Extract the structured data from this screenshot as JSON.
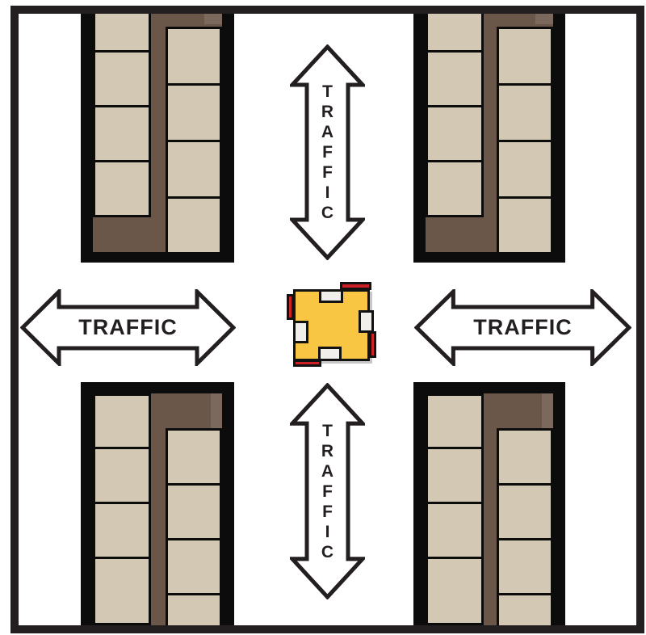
{
  "labels": {
    "traffic_top": "TRAFFIC",
    "traffic_bottom": "TRAFFIC",
    "traffic_left": "TRAFFIC",
    "traffic_right": "TRAFFIC"
  },
  "colors": {
    "canvas_bg": "#ffffff",
    "boundary": "#231f20",
    "frame": "#0d0c0c",
    "stall": "#d3c8b4",
    "aisle": "#6a5749",
    "aisle_light": "#7c695d",
    "arrow_fill": "#ffffff",
    "arrow_stroke": "#231f20",
    "label_color": "#231f20",
    "booth_yellow": "#f9c643",
    "booth_red": "#ce2027",
    "booth_window": "#f0efec",
    "booth_outline": "#121212"
  },
  "lots": {
    "top_left": {
      "left_column_stalls": 4,
      "right_column_stalls": 4
    },
    "top_right": {
      "left_column_stalls": 4,
      "right_column_stalls": 4
    },
    "bottom_left": {
      "left_column_stalls": 4,
      "right_column_stalls": 4
    },
    "bottom_right": {
      "left_column_stalls": 4,
      "right_column_stalls": 4
    }
  },
  "booth": {
    "windows": 4,
    "red_panels": 4
  }
}
